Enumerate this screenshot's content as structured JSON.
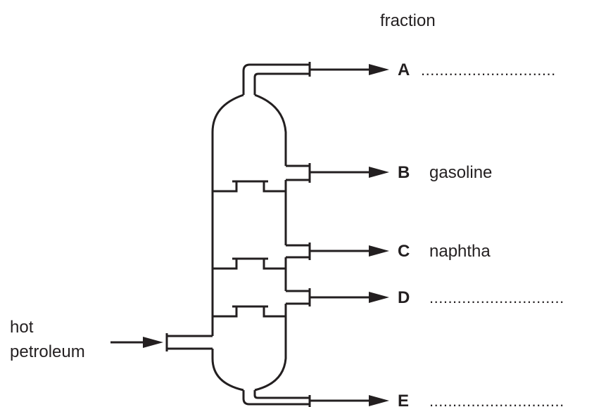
{
  "header_label": "fraction",
  "feed_label_lines": [
    "hot",
    "petroleum"
  ],
  "fractions": [
    {
      "letter": "A",
      "answer": "",
      "blank": "............................."
    },
    {
      "letter": "B",
      "answer": "gasoline",
      "blank": ""
    },
    {
      "letter": "C",
      "answer": "naphtha",
      "blank": ""
    },
    {
      "letter": "D",
      "answer": "",
      "blank": "............................."
    },
    {
      "letter": "E",
      "answer": "",
      "blank": "............................."
    }
  ],
  "colors": {
    "ink": "#231f20",
    "background": "#ffffff"
  }
}
